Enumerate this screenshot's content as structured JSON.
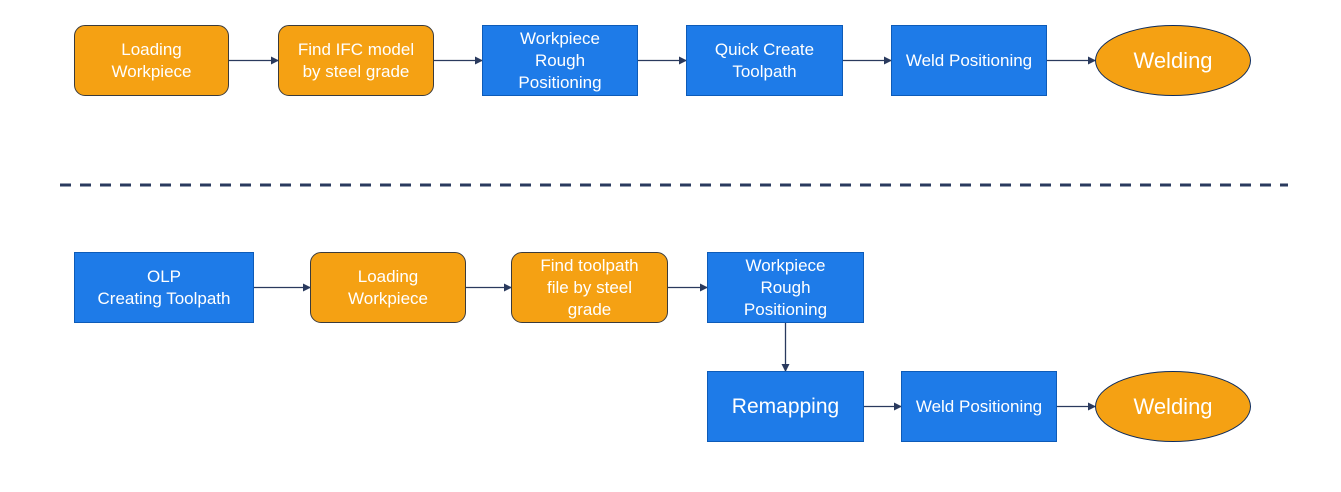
{
  "palette": {
    "process_blue": "#1e7be8",
    "process_orange": "#f5a113",
    "arrow": "#2a3a5e",
    "divider": "#2a3a5e"
  },
  "flow_top": [
    {
      "id": "t1",
      "label": "Loading\nWorkpiece",
      "shape": "rounded"
    },
    {
      "id": "t2",
      "label": "Find IFC model\nby steel grade",
      "shape": "rounded"
    },
    {
      "id": "t3",
      "label": "Workpiece\nRough\nPositioning",
      "shape": "rect"
    },
    {
      "id": "t4",
      "label": "Quick Create\nToolpath",
      "shape": "rect"
    },
    {
      "id": "t5",
      "label": "Weld Positioning",
      "shape": "rect"
    },
    {
      "id": "t6",
      "label": "Welding",
      "shape": "ellipse"
    }
  ],
  "flow_bottom": [
    {
      "id": "b1",
      "label": "OLP\nCreating Toolpath",
      "shape": "rect"
    },
    {
      "id": "b2",
      "label": "Loading\nWorkpiece",
      "shape": "rounded"
    },
    {
      "id": "b3",
      "label": "Find toolpath\nfile by steel\ngrade",
      "shape": "rounded"
    },
    {
      "id": "b4",
      "label": "Workpiece\nRough\nPositioning",
      "shape": "rect"
    },
    {
      "id": "b5",
      "label": "Remapping",
      "shape": "rect"
    },
    {
      "id": "b6",
      "label": "Weld Positioning",
      "shape": "rect"
    },
    {
      "id": "b7",
      "label": "Welding",
      "shape": "ellipse"
    }
  ],
  "edges": [
    [
      "t1",
      "t2"
    ],
    [
      "t2",
      "t3"
    ],
    [
      "t3",
      "t4"
    ],
    [
      "t4",
      "t5"
    ],
    [
      "t5",
      "t6"
    ],
    [
      "b1",
      "b2"
    ],
    [
      "b2",
      "b3"
    ],
    [
      "b3",
      "b4"
    ],
    [
      "b4",
      "b5"
    ],
    [
      "b5",
      "b6"
    ],
    [
      "b6",
      "b7"
    ]
  ]
}
